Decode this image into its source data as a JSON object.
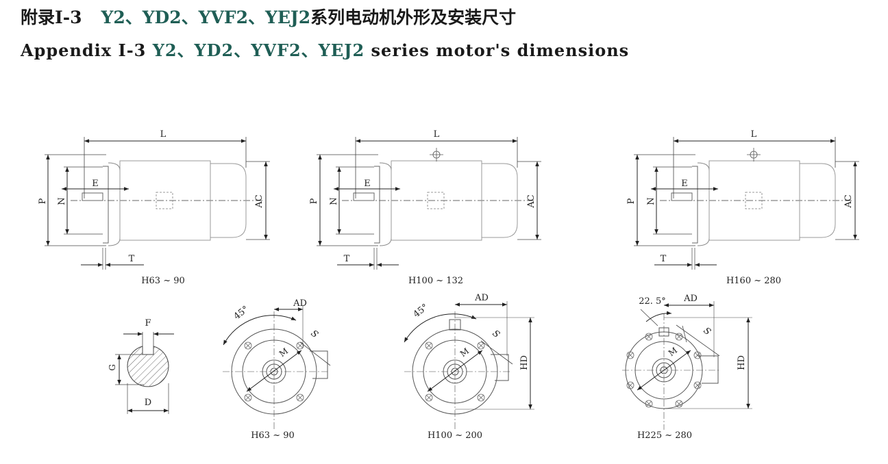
{
  "title_cn": {
    "prefix": "附录I-3",
    "models": "Y2、YD2、YVF2、YEJ2",
    "suffix": "系列电动机外形及安装尺寸"
  },
  "title_en": {
    "prefix": "Appendix I-3",
    "models": "Y2、YD2、YVF2、YEJ2",
    "suffix": "series motor's dimensions"
  },
  "colors": {
    "accent": "#1f5e55",
    "line": "#333333",
    "frame": "#999999"
  },
  "side_views": [
    {
      "caption": "H63 ~ 90",
      "len": "L",
      "E": "E",
      "P": "P",
      "N": "N",
      "T": "T",
      "AC": "AC"
    },
    {
      "caption": "H100 ~ 132",
      "len": "L",
      "E": "E",
      "P": "P",
      "N": "N",
      "T": "T",
      "AC": "AC"
    },
    {
      "caption": "H160 ~ 280",
      "len": "L",
      "E": "E",
      "P": "P",
      "N": "N",
      "T": "T",
      "AC": "AC"
    }
  ],
  "shaft_section": {
    "F": "F",
    "G": "G",
    "D": "D"
  },
  "end_views": [
    {
      "caption": "H63 ~ 90",
      "angle": "45°",
      "AD": "AD",
      "S": "S",
      "M": "M"
    },
    {
      "caption": "H100 ~ 200",
      "angle": "45°",
      "AD": "AD",
      "S": "S",
      "M": "M",
      "HD": "HD"
    },
    {
      "caption": "H225 ~ 280",
      "angle": "22. 5°",
      "AD": "AD",
      "S": "S",
      "M": "M",
      "HD": "HD"
    }
  ]
}
